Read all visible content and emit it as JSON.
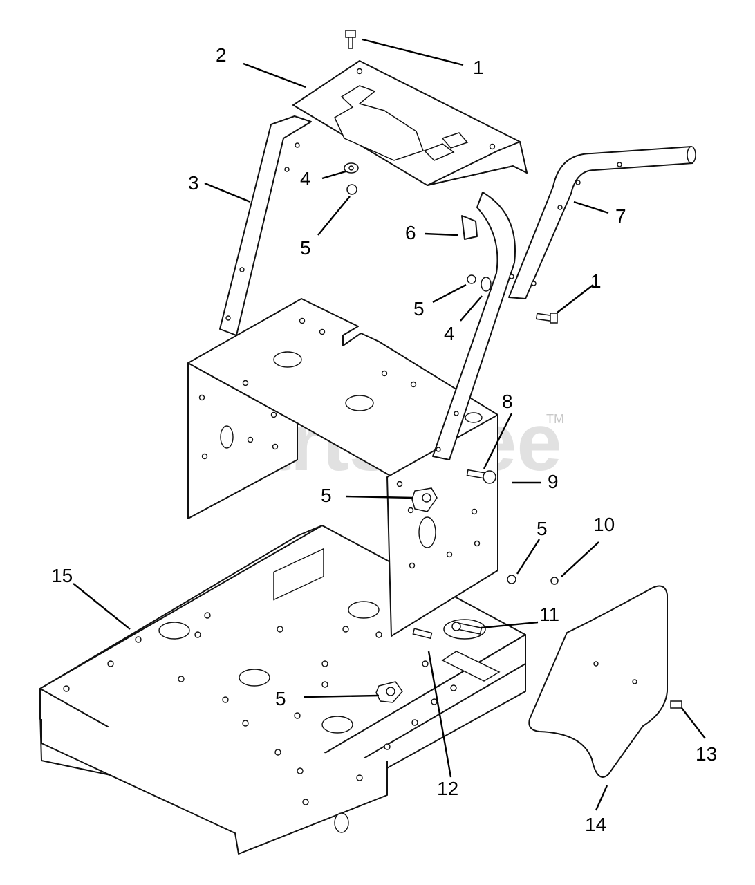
{
  "watermark": {
    "text": "PartsTree",
    "tm": "TM"
  },
  "callouts": [
    {
      "id": "c1a",
      "label": "1"
    },
    {
      "id": "c2",
      "label": "2"
    },
    {
      "id": "c3",
      "label": "3"
    },
    {
      "id": "c4a",
      "label": "4"
    },
    {
      "id": "c5a",
      "label": "5"
    },
    {
      "id": "c6",
      "label": "6"
    },
    {
      "id": "c7",
      "label": "7"
    },
    {
      "id": "c1b",
      "label": "1"
    },
    {
      "id": "c5b",
      "label": "5"
    },
    {
      "id": "c4b",
      "label": "4"
    },
    {
      "id": "c8",
      "label": "8"
    },
    {
      "id": "c9",
      "label": "9"
    },
    {
      "id": "c5c",
      "label": "5"
    },
    {
      "id": "c5d",
      "label": "5"
    },
    {
      "id": "c10",
      "label": "10"
    },
    {
      "id": "c15",
      "label": "15"
    },
    {
      "id": "c11",
      "label": "11"
    },
    {
      "id": "c5e",
      "label": "5"
    },
    {
      "id": "c12",
      "label": "12"
    },
    {
      "id": "c13",
      "label": "13"
    },
    {
      "id": "c14",
      "label": "14"
    }
  ]
}
